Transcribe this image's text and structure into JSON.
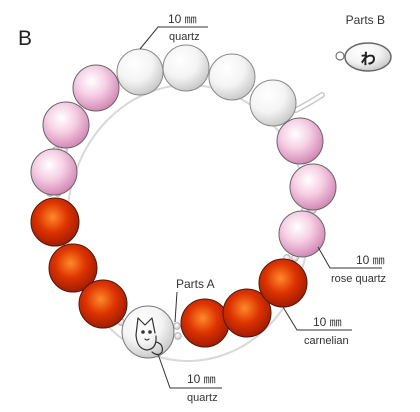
{
  "figure_letter": "B",
  "parts_a_label": "Parts A",
  "parts_b_label": "Parts B",
  "charm_glyph": "ゎ",
  "callouts": {
    "quartz_top": {
      "size": "10 ㎜",
      "material": "quartz"
    },
    "rose_quartz": {
      "size": "10 ㎜",
      "material": "rose quartz"
    },
    "carnelian": {
      "size": "10 ㎜",
      "material": "carnelian"
    },
    "quartz_bottom": {
      "size": "10 ㎜",
      "material": "quartz"
    }
  },
  "bead_types": {
    "quartz": {
      "label": "quartz",
      "color": "#eeeeee"
    },
    "rose_quartz": {
      "label": "rose quartz",
      "color": "#f2c2dc"
    },
    "carnelian": {
      "label": "carnelian",
      "color": "#cc2200"
    }
  }
}
